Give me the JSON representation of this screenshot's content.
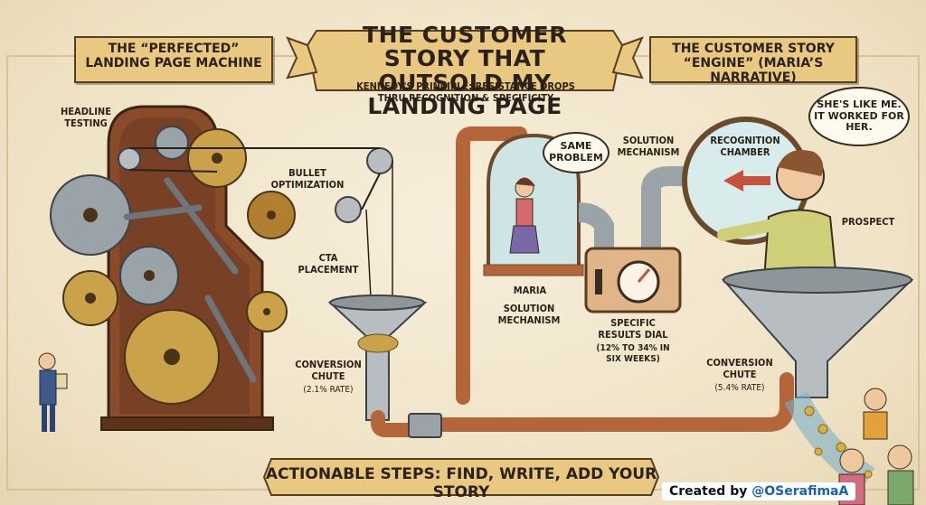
{
  "title": "THE CUSTOMER STORY THAT OUTSOLD MY LANDING PAGE",
  "left_banner": "THE “PERFECTED” LANDING PAGE MACHINE",
  "right_banner": "THE CUSTOMER STORY “ENGINE” (MARIA’S NARRATIVE)",
  "principle": "KENNEDY'S PRINCIPLE: RESISTANCE DROPS THRU RECOGNITION & SPECIFICITY",
  "left_machine": {
    "headline_testing": "HEADLINE TESTING",
    "bullet_optimization": "BULLET OPTIMIZATION",
    "cta_placement": "CTA PLACEMENT",
    "conversion_chute": "CONVERSION CHUTE",
    "conversion_rate": "(2.1% RATE)"
  },
  "right_engine": {
    "same_problem": "SAME PROBLEM",
    "solution_mechanism_top": "SOLUTION MECHANISM",
    "recognition_chamber": "RECOGNITION CHAMBER",
    "prospect_thought": "SHE'S LIKE ME. IT WORKED FOR HER.",
    "prospect": "PROSPECT",
    "maria": "MARIA",
    "solution_mechanism_bottom": "SOLUTION MECHANISM",
    "specific_results_dial": "SPECIFIC RESULTS DIAL",
    "dial_detail": "(12% TO 34% IN SIX WEEKS)",
    "conversion_chute": "CONVERSION CHUTE",
    "conversion_rate": "(5.4% RATE)"
  },
  "actionable_steps": "ACTIONABLE STEPS: FIND, WRITE, ADD YOUR STORY",
  "credit_prefix": "Created by",
  "credit_handle": "@OSerafimaA",
  "colors": {
    "parchment": "#f3e9d2",
    "banner": "#e9c982",
    "copper": "#b5653a",
    "brass": "#c9a24a",
    "steel": "#9aa3a8",
    "ink": "#2b2118",
    "arrow_red": "#c9503a"
  }
}
